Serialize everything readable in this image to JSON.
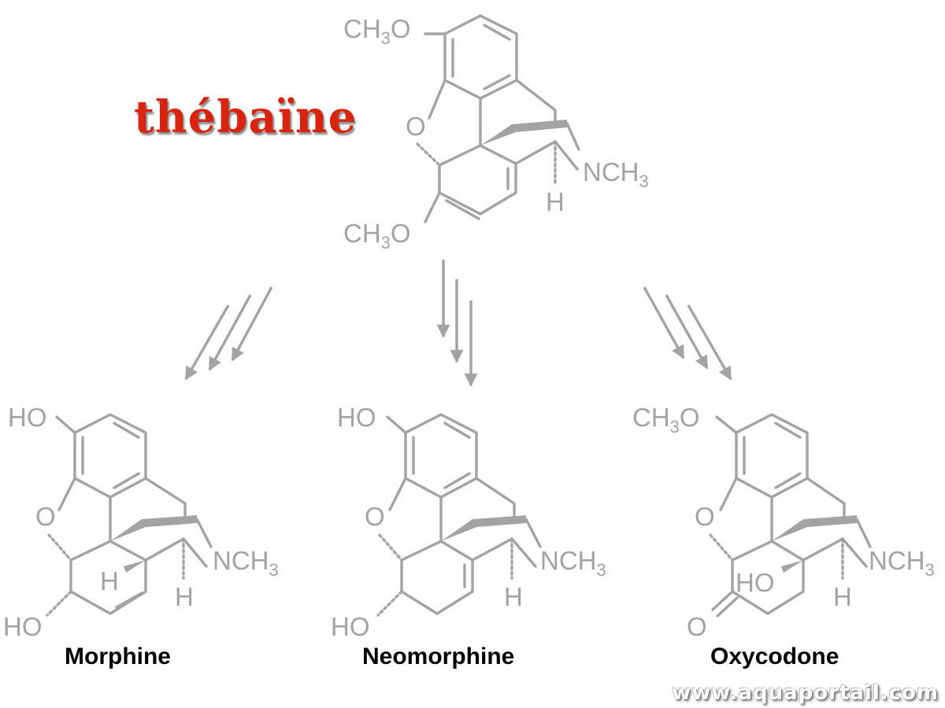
{
  "title": "thébaïne",
  "methoxy": "CH3O",
  "hydroxy": "HO",
  "oxygen": "O",
  "amine": "NCH3",
  "hydrogen": "H",
  "products": [
    {
      "name": "Morphine"
    },
    {
      "name": "Neomorphine"
    },
    {
      "name": "Oxycodone"
    }
  ],
  "watermark": "www.aquaportail.com",
  "colors": {
    "title": "#d8230f",
    "structure": "#a3a3a3",
    "label": "#000000"
  }
}
